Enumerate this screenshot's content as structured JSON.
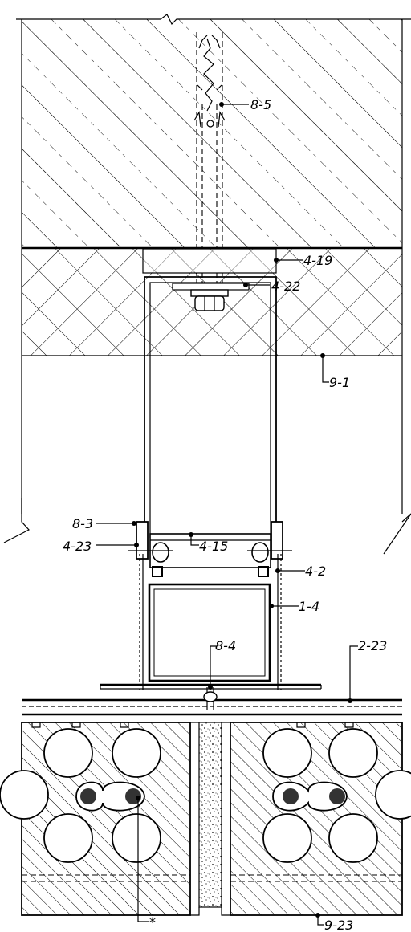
{
  "labels": {
    "l_8_5": "8-5",
    "l_4_19": "4-19",
    "l_4_22": "4-22",
    "l_9_1": "9-1",
    "l_8_3": "8-3",
    "l_4_15": "4-15",
    "l_4_23": "4-23",
    "l_4_2": "4-2",
    "l_1_4": "1-4",
    "l_8_4": "8-4",
    "l_2_23": "2-23",
    "l_9_23": "9-23",
    "l_star": "*"
  }
}
